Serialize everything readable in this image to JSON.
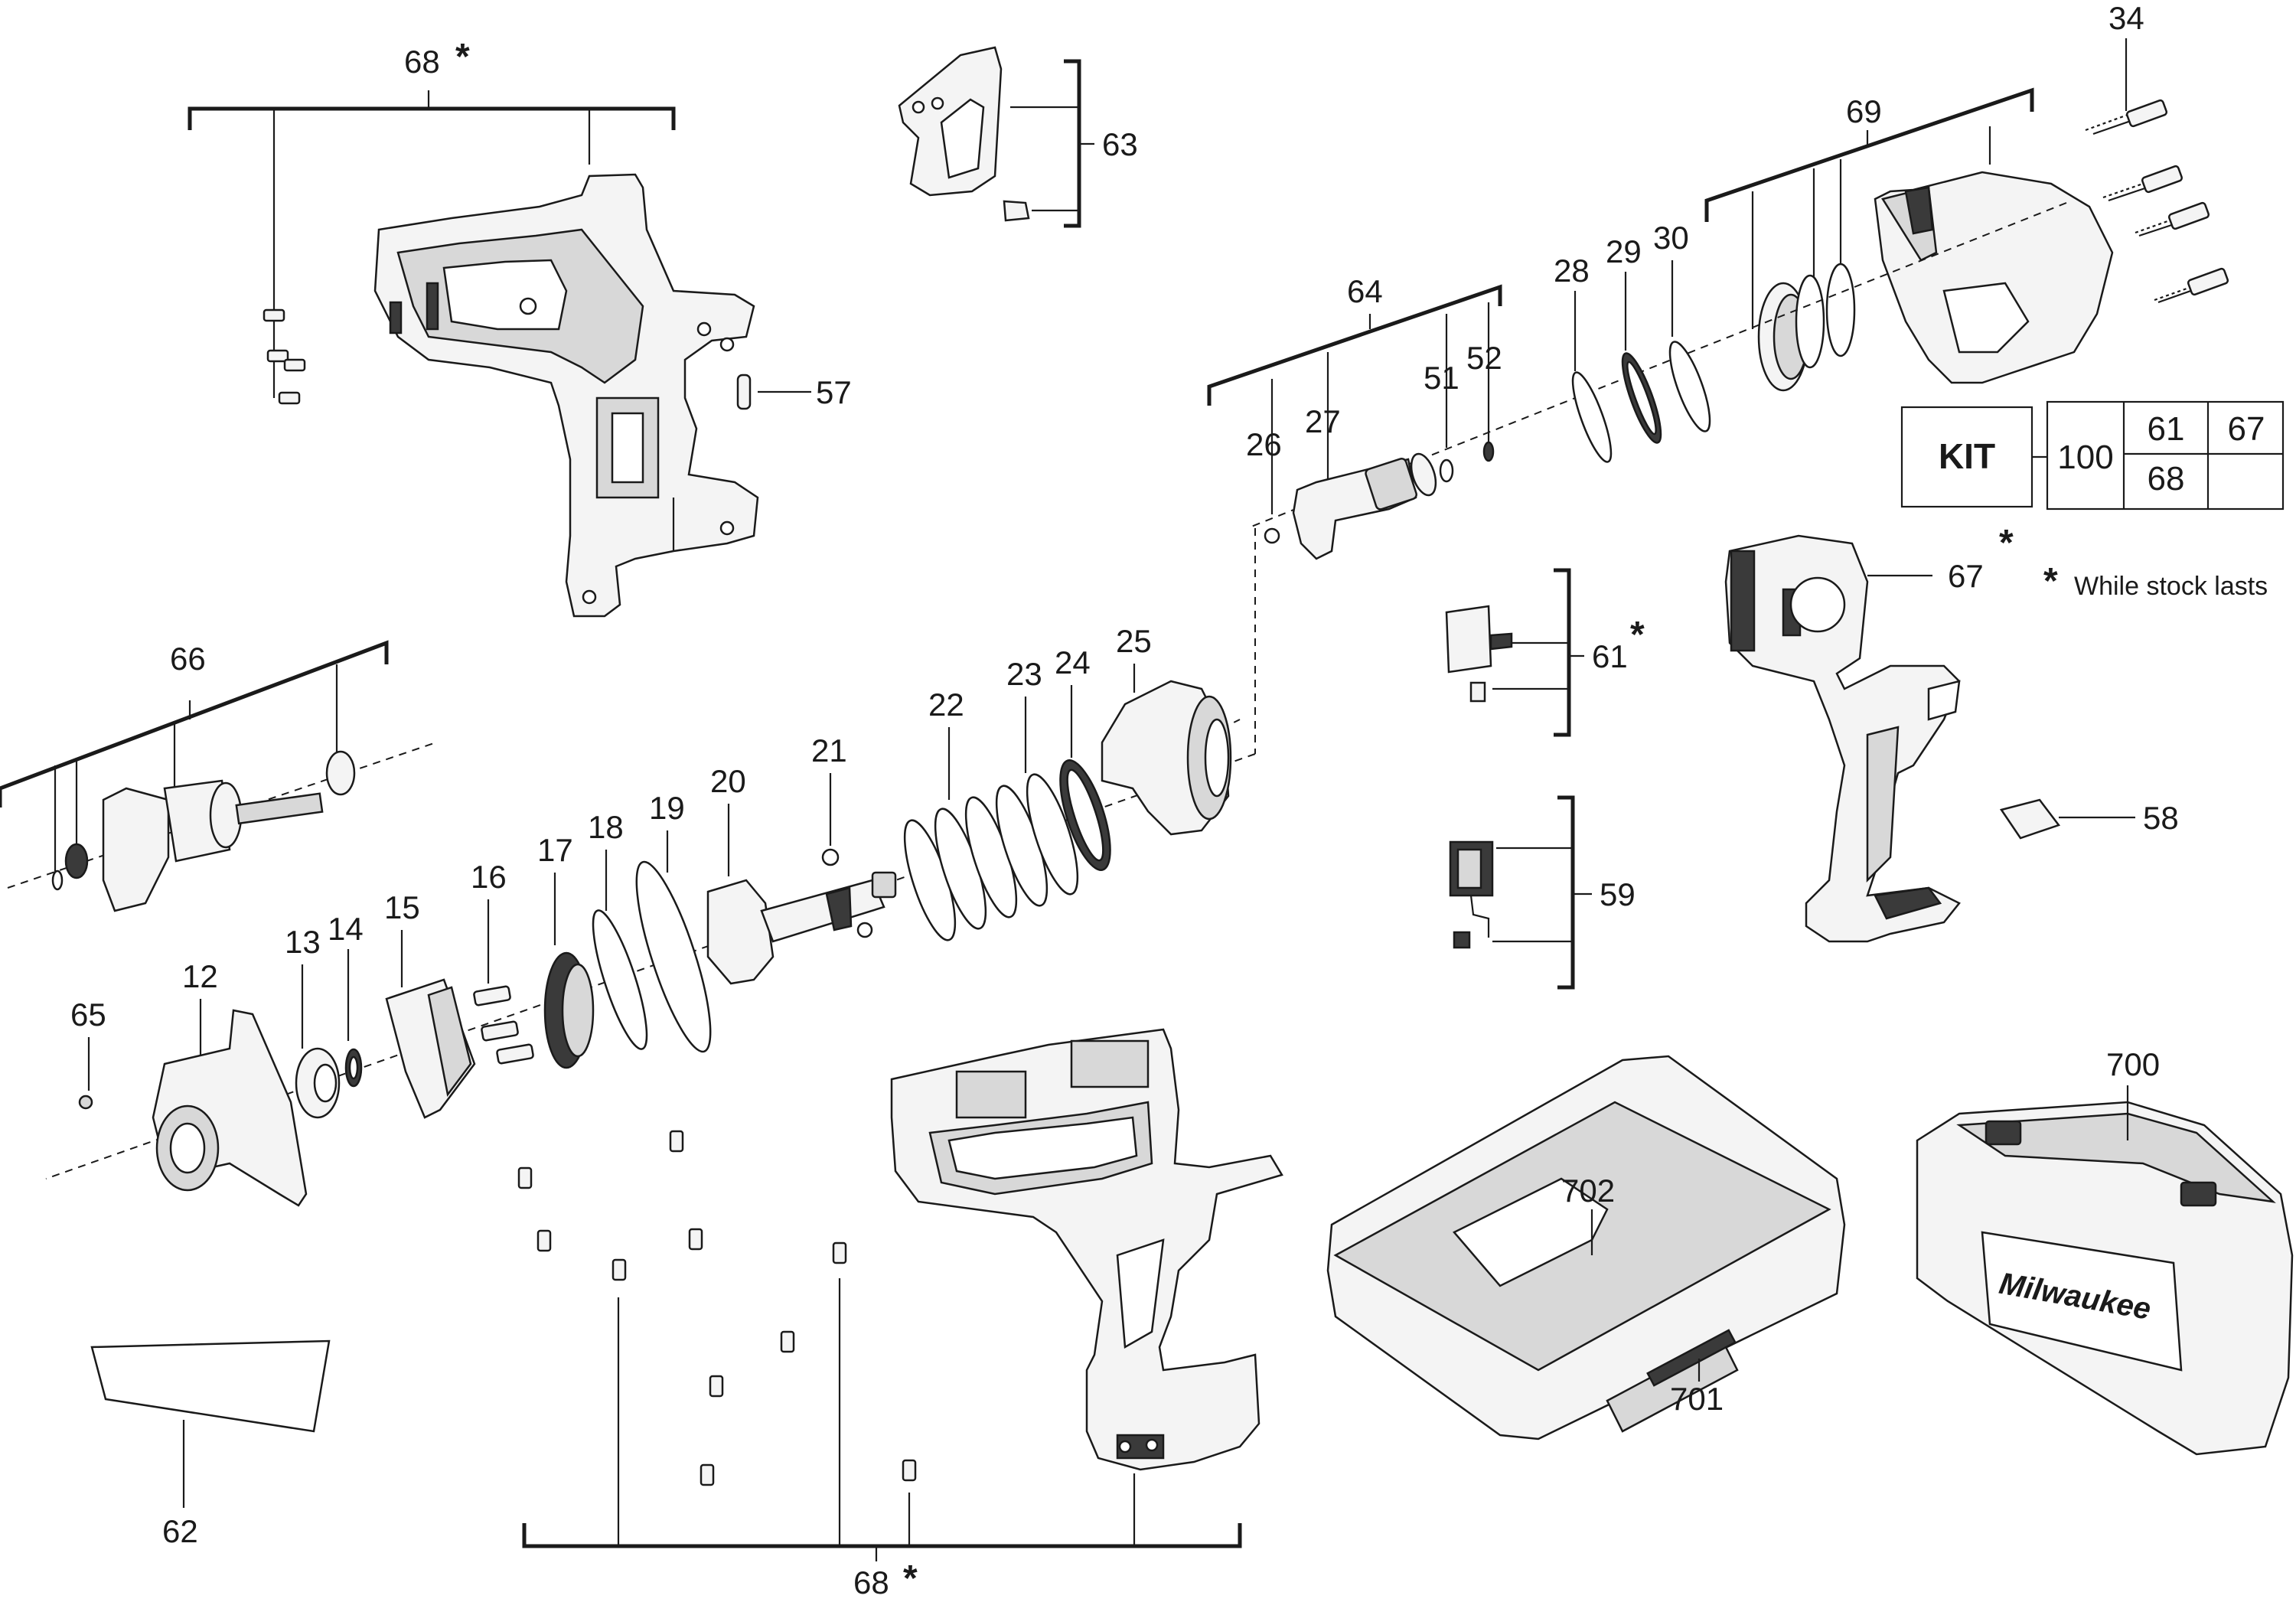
{
  "labels": {
    "l68_top": "68",
    "l63": "63",
    "l57": "57",
    "l34": "34",
    "l69": "69",
    "l64": "64",
    "l28": "28",
    "l29": "29",
    "l30": "30",
    "l51": "51",
    "l52": "52",
    "l26": "26",
    "l27": "27",
    "l66": "66",
    "l25": "25",
    "l24": "24",
    "l23": "23",
    "l22": "22",
    "l21": "21",
    "l20": "20",
    "l19": "19",
    "l18": "18",
    "l17": "17",
    "l16": "16",
    "l15": "15",
    "l14": "14",
    "l13": "13",
    "l12": "12",
    "l65": "65",
    "l62": "62",
    "l61": "61",
    "l59": "59",
    "l67": "67",
    "l58": "58",
    "l700": "700",
    "l701": "701",
    "l702": "702",
    "l68_bottom": "68"
  },
  "asterisk": "*",
  "note": "While stock lasts",
  "kit": {
    "title": "KIT",
    "number": "100",
    "items": [
      "61",
      "67",
      "68",
      ""
    ]
  },
  "logo_text": "Milwaukee"
}
